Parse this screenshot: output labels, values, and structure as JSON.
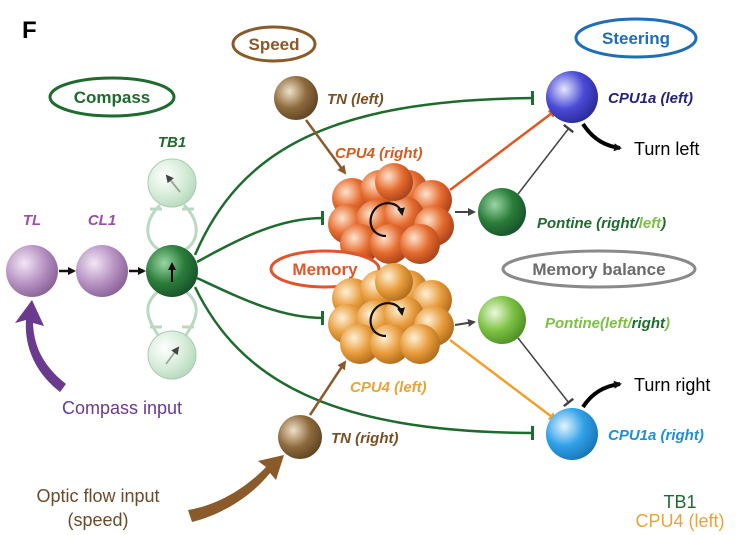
{
  "panel_letter": "F",
  "pills": {
    "compass": "Compass",
    "speed": "Speed",
    "steering": "Steering",
    "memory": "Memory",
    "memory_balance": "Memory balance"
  },
  "labels": {
    "tl": "TL",
    "cl1": "CL1",
    "tb1": "TB1",
    "tn_left": "TN (left)",
    "tn_right": "TN (right)",
    "cpu4_right": "CPU4 (right)",
    "cpu4_left": "CPU4 (left)",
    "cpu1a_left": "CPU1a (left)",
    "cpu1a_right": "CPU1a (right)",
    "pontine_right_part1": "Pontine (right/",
    "pontine_right_part2": "left",
    "pontine_right_part3": ")",
    "pontine_left_part1": "Pontine(left/",
    "pontine_left_part2": "right",
    "pontine_left_part3": ")"
  },
  "outputs": {
    "turn_left": "Turn left",
    "turn_right": "Turn right"
  },
  "inputs": {
    "compass_input": "Compass input",
    "optic_flow_line1": "Optic flow input",
    "optic_flow_line2": "(speed)"
  },
  "legend": {
    "tb1": "TB1",
    "cpu4_left": "CPU4 (left)"
  },
  "colors": {
    "tl": "#9b6fa8",
    "tb1": "#1e6b2e",
    "speed": "#8a5a2b",
    "cpu4_right": "#d85a22",
    "cpu4_left": "#e8a33a",
    "steering": "#1f6fb8",
    "pontine_light": "#7cc142",
    "memory": "#e0562a",
    "gray": "#666666"
  }
}
